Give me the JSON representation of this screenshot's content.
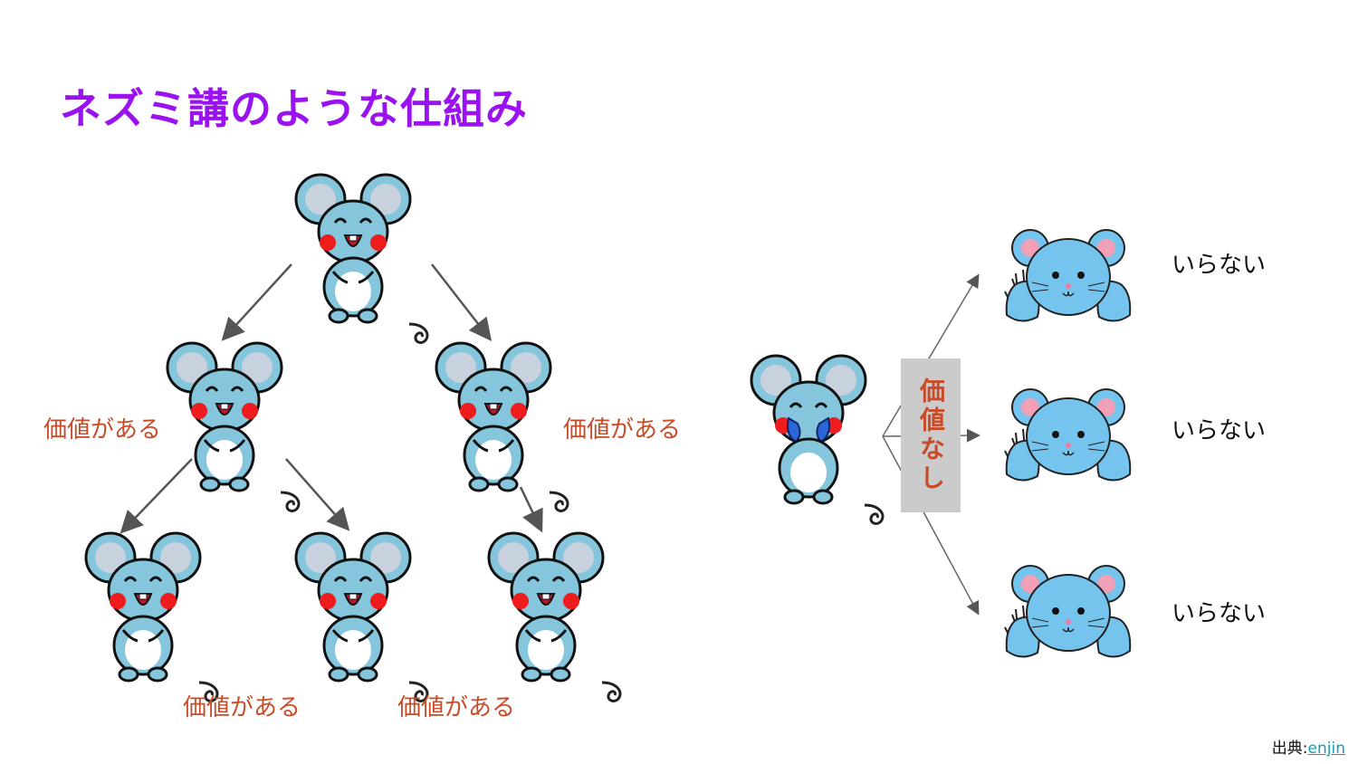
{
  "title": "ネズミ講のような仕組み",
  "labels": {
    "value_yes": "価値がある",
    "value_no": "価値なし",
    "not_needed": "いらない"
  },
  "source": {
    "prefix": "出典:",
    "link_text": "enjin"
  },
  "colors": {
    "title": "#9a12f0",
    "label": "#c84c28",
    "mouse_body": "#86c6dc",
    "mouse_face_blue": "#74c4ee",
    "cheek_red": "#ee1c1c",
    "cheek_pink": "#f2a0b8",
    "box_gray": "#cbcbcb"
  }
}
